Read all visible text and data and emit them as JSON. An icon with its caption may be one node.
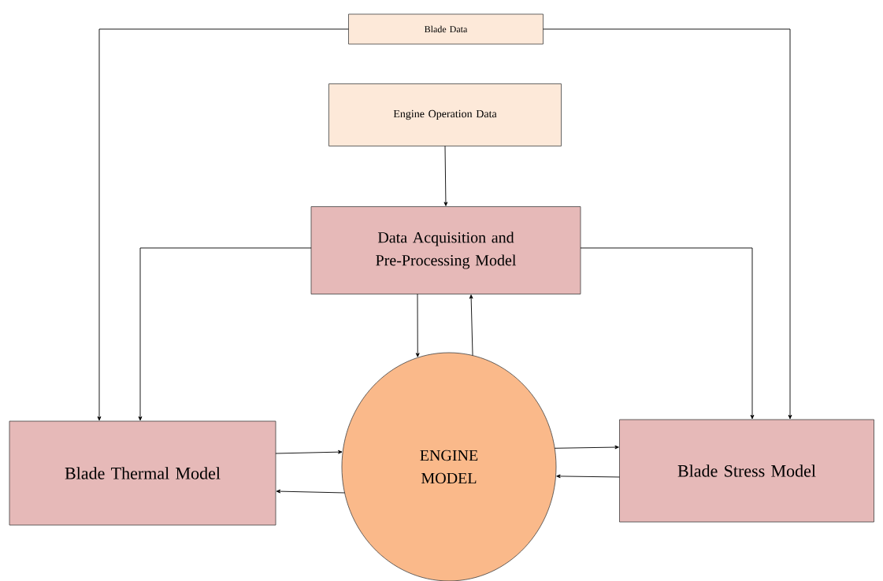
{
  "diagram": {
    "nodes": [
      {
        "text": [
          "Blade Data"
        ]
      },
      {
        "text": [
          "Engine Operation Data"
        ]
      },
      {
        "text": [
          "Data Acquisition and Pre-Processing Model"
        ]
      },
      {
        "text": [
          "Blade Thermal Model"
        ]
      },
      {
        "text": [
          "Blade Stress Model"
        ]
      },
      {
        "text": [
          "ENGINE MODEL"
        ]
      }
    ],
    "edges": [
      {
        "from": 0,
        "to": 3,
        "arrow": "to"
      },
      {
        "from": 0,
        "to": 4,
        "arrow": "to"
      },
      {
        "from": 1,
        "to": 2,
        "arrow": "to"
      },
      {
        "from": 2,
        "to": 3,
        "arrow": "to"
      },
      {
        "from": 2,
        "to": 4,
        "arrow": "to"
      },
      {
        "from": 2,
        "to": 5,
        "arrow": "to"
      },
      {
        "from": 5,
        "to": 2,
        "arrow": "to"
      },
      {
        "from": 3,
        "to": 5,
        "arrow": "to"
      },
      {
        "from": 5,
        "to": 3,
        "arrow": "to"
      },
      {
        "from": 5,
        "to": 4,
        "arrow": "to"
      },
      {
        "from": 4,
        "to": 5,
        "arrow": "to"
      }
    ]
  }
}
